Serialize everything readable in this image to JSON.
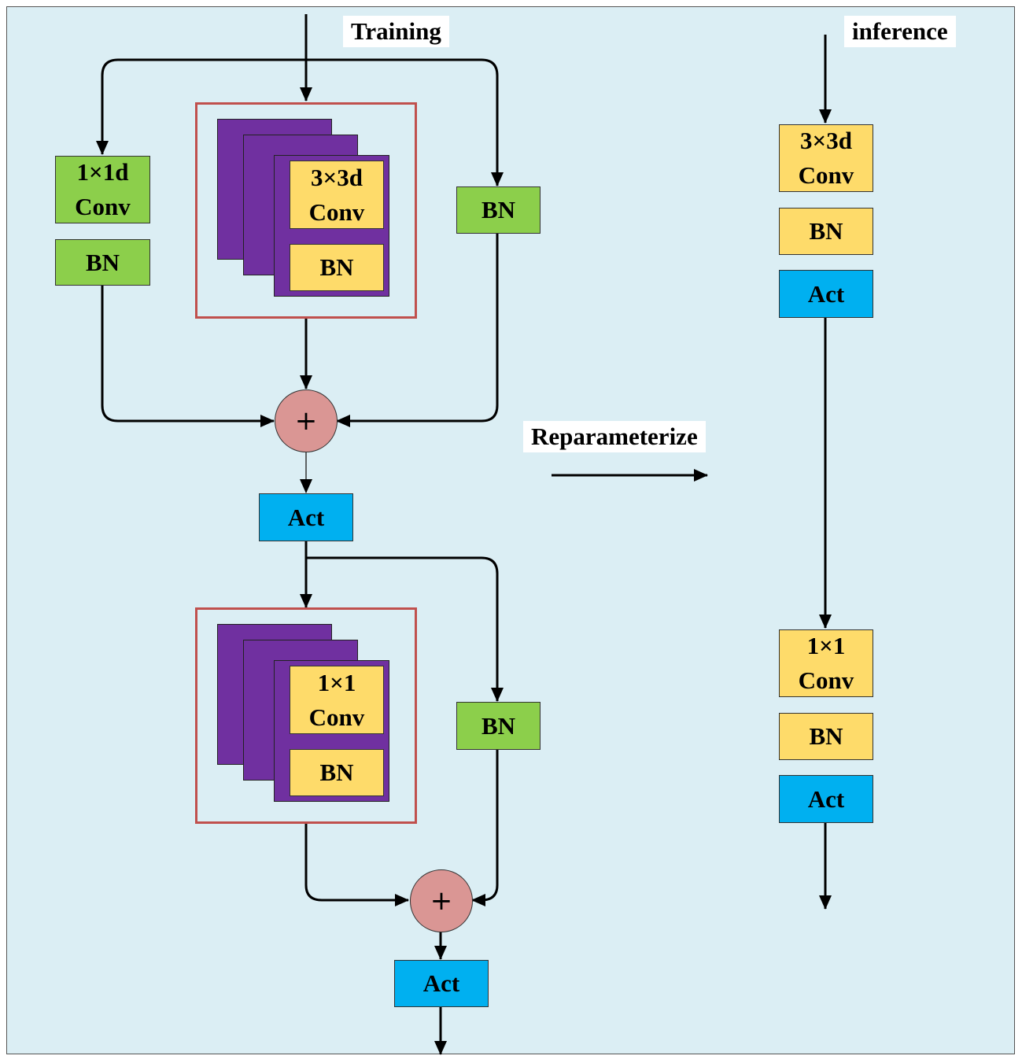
{
  "labels": {
    "training": "Training",
    "inference": "inference",
    "reparameterize": "Reparameterize"
  },
  "training": {
    "block1": {
      "left_branch": {
        "conv": [
          "1×1d",
          "Conv"
        ],
        "bn": "BN"
      },
      "center_branch": {
        "conv": [
          "3×3d",
          "Conv"
        ],
        "bn": "BN"
      },
      "right_branch": {
        "bn": "BN"
      },
      "add_symbol": "+",
      "act": "Act"
    },
    "block2": {
      "center_branch": {
        "conv": [
          "1×1",
          "Conv"
        ],
        "bn": "BN"
      },
      "right_branch": {
        "bn": "BN"
      },
      "add_symbol": "+",
      "act": "Act"
    }
  },
  "inference": {
    "block1": {
      "conv": [
        "3×3d",
        "Conv"
      ],
      "bn": "BN",
      "act": "Act"
    },
    "block2": {
      "conv": [
        "1×1",
        "Conv"
      ],
      "bn": "BN",
      "act": "Act"
    }
  },
  "colors": {
    "background": "#dbeef4",
    "green": "#8ccf4b",
    "yellow": "#fedb6a",
    "blue": "#00b0f0",
    "purple": "#7030a0",
    "red_frame": "#c0504d",
    "add_node": "#da9694"
  }
}
